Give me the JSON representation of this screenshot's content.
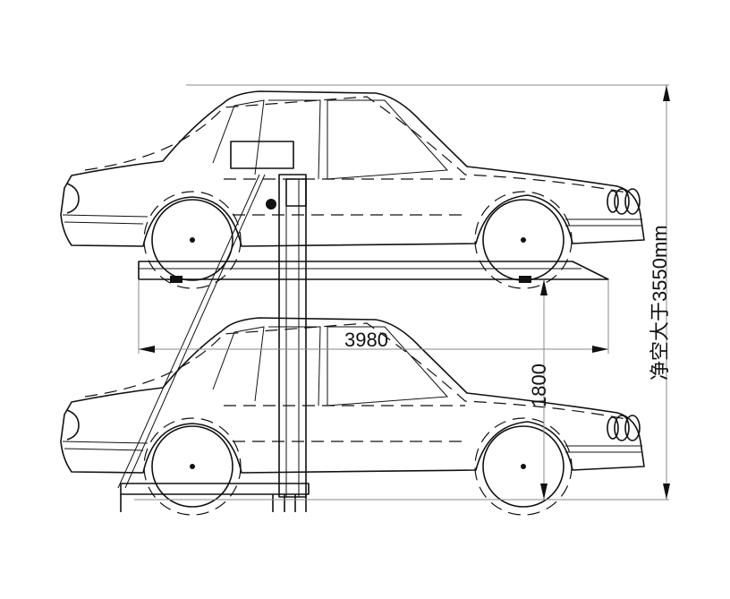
{
  "title": "Two-post parking lift side elevation",
  "dimensions": {
    "platform_length": "3980",
    "lower_clearance": "1800",
    "total_clearance": "净空大于3550mm"
  },
  "colors": {
    "line": "#111111",
    "dimension": "#888888"
  }
}
